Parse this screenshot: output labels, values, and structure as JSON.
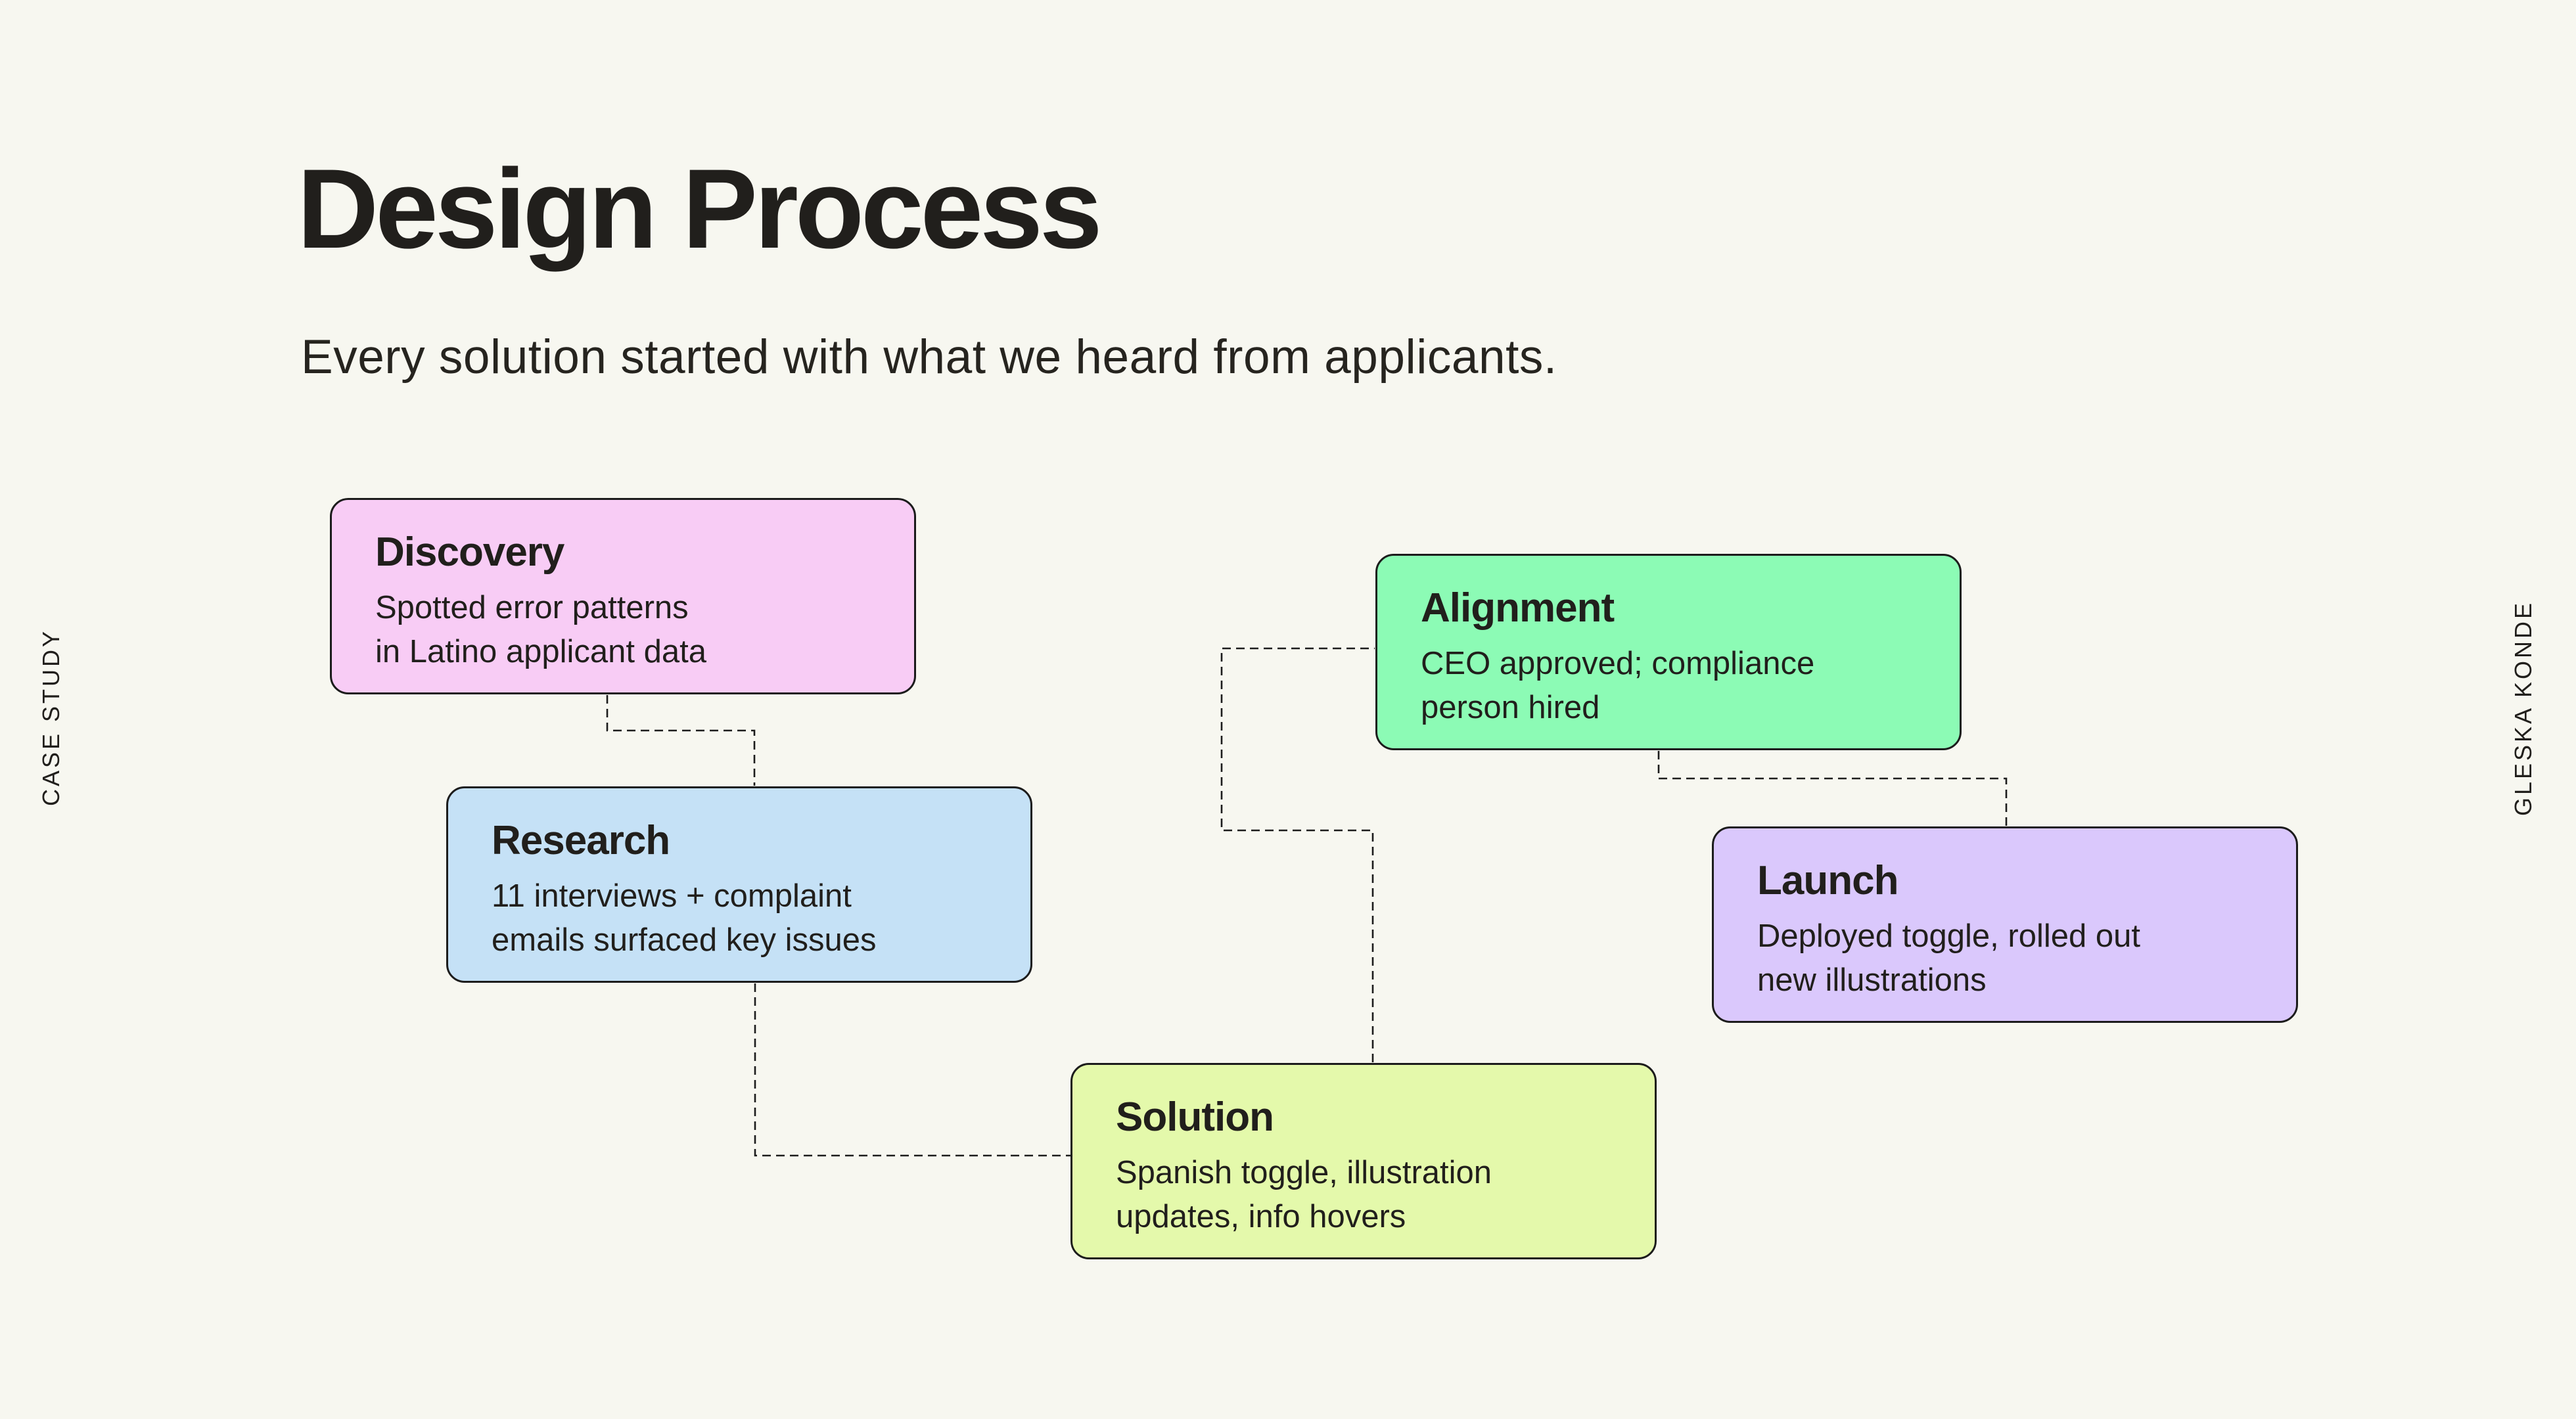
{
  "page": {
    "background": "#F7F7F0",
    "title": "Design Process",
    "subtitle": "Every solution started with what we heard from applicants."
  },
  "side_labels": {
    "left": "CASE STUDY",
    "right": "GLESKA KONDE"
  },
  "steps": [
    {
      "title": "Discovery",
      "lines": [
        "Spotted error patterns",
        "in Latino applicant data"
      ],
      "color": "#F8CCF5"
    },
    {
      "title": "Research",
      "lines": [
        "11 interviews + complaint",
        "emails surfaced key issues"
      ],
      "color": "#C5E1F6"
    },
    {
      "title": "Solution",
      "lines": [
        "Spanish toggle, illustration",
        "updates, info hovers"
      ],
      "color": "#E4F9AB"
    },
    {
      "title": "Alignment",
      "lines": [
        "CEO approved; compliance",
        "person hired"
      ],
      "color": "#8CFBB5"
    },
    {
      "title": "Launch",
      "lines": [
        "Deployed toggle, rolled out",
        "new illustrations"
      ],
      "color": "#DAC8FC"
    }
  ],
  "colors": {
    "border": "#1C1C1C",
    "connector": "#1C1C1C",
    "text": "#211F1C"
  }
}
